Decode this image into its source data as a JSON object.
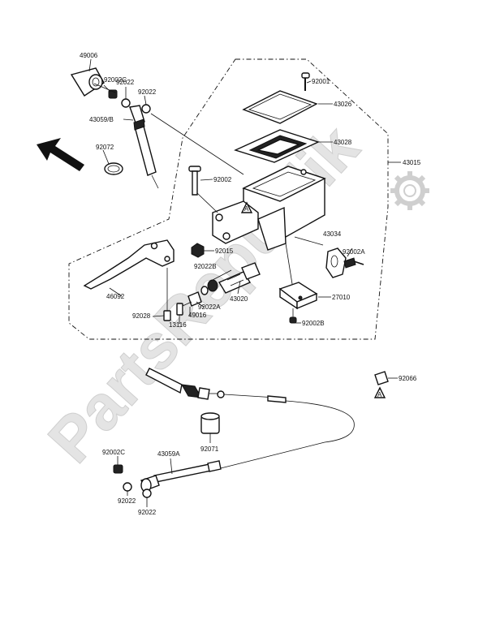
{
  "watermark": "PartsRepublik",
  "labels": {
    "p49006": "49006",
    "p92002c_top": "92002C",
    "p92022_a": "92022",
    "p92022_b": "92022",
    "p43059b": "43059/B",
    "p92072": "92072",
    "p92001": "92001",
    "p43026": "43026",
    "p43028": "43028",
    "p43015": "43015",
    "p92002": "92002",
    "p92015": "92015",
    "p92022b": "92022B",
    "p43020": "43020",
    "p92022a_mid": "92022A",
    "p49016": "49016",
    "p46092": "46092",
    "p92028": "92028",
    "p13116": "13116",
    "p43034": "43034",
    "p92002a": "92002A",
    "p27010": "27010",
    "p92002b": "92002B",
    "p92066": "92066",
    "p92071": "92071",
    "p43059a": "43059A",
    "p92002c_bot": "92002C",
    "p92022_c": "92022",
    "p92022_d": "92022",
    "ref_a_top": "A",
    "ref_a_right": "A"
  }
}
